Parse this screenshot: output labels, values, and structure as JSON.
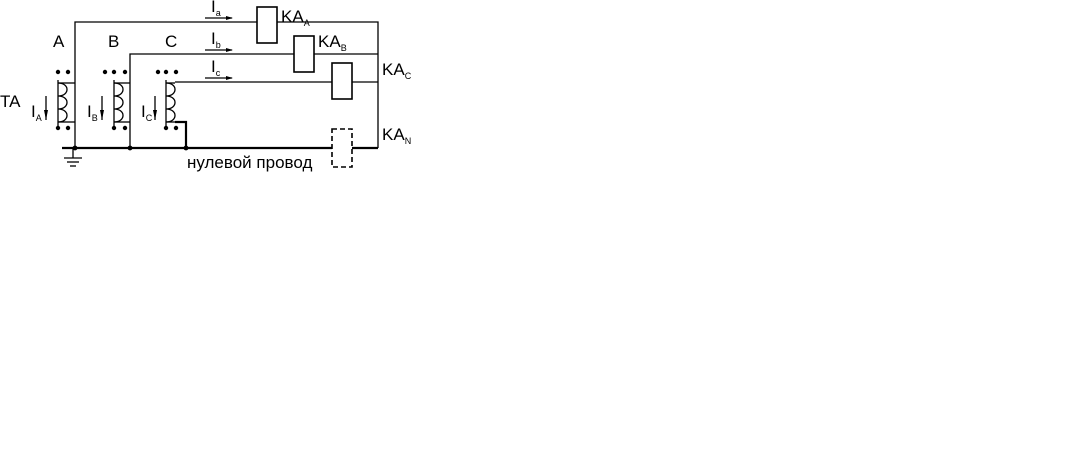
{
  "phases": {
    "a": "A",
    "b": "B",
    "c": "C"
  },
  "transformer": {
    "label": "TA"
  },
  "secondary_currents": {
    "a": {
      "main": "I",
      "sub": "A"
    },
    "b": {
      "main": "I",
      "sub": "B"
    },
    "c": {
      "main": "I",
      "sub": "C"
    }
  },
  "line_currents": {
    "a": {
      "main": "I",
      "sub": "a"
    },
    "b": {
      "main": "I",
      "sub": "b"
    },
    "c": {
      "main": "I",
      "sub": "c"
    }
  },
  "relays": {
    "a": {
      "main": "KA",
      "sub": "A"
    },
    "b": {
      "main": "KA",
      "sub": "B"
    },
    "c": {
      "main": "KA",
      "sub": "C"
    },
    "n": {
      "main": "KA",
      "sub": "N"
    }
  },
  "neutral_caption": "нулевой провод"
}
